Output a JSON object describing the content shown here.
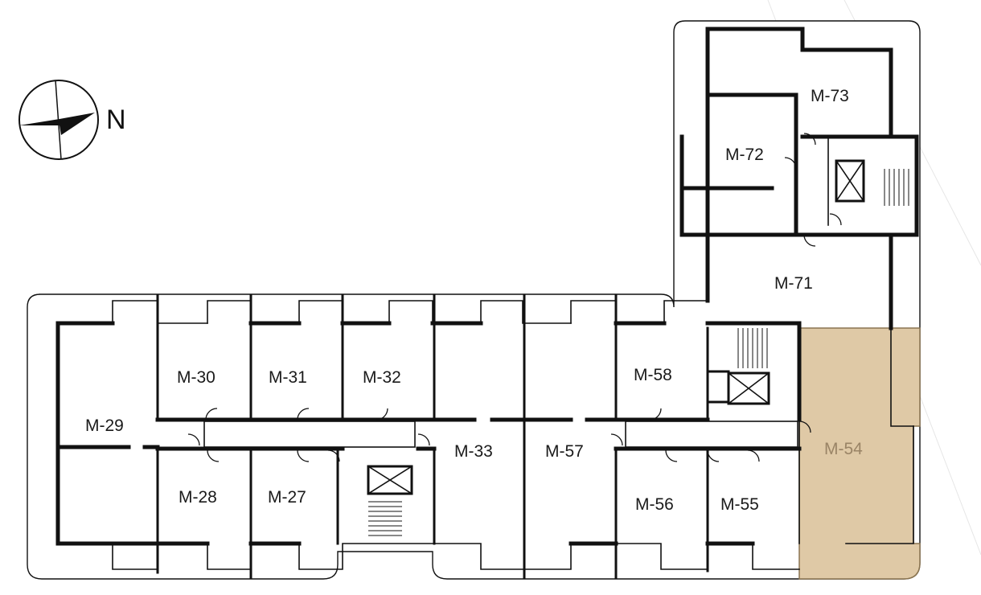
{
  "compass": {
    "north_label": "N"
  },
  "units": {
    "m29": "M-29",
    "m30": "M-30",
    "m31": "M-31",
    "m32": "M-32",
    "m28": "M-28",
    "m27": "M-27",
    "m33": "M-33",
    "m57": "M-57",
    "m58": "M-58",
    "m56": "M-56",
    "m55": "M-55",
    "m54": "M-54",
    "m71": "M-71",
    "m72": "M-72",
    "m73": "M-73"
  },
  "highlight": {
    "unit": "M-54",
    "fill_color": "#dfc9a6",
    "text_color": "#9a8466"
  }
}
